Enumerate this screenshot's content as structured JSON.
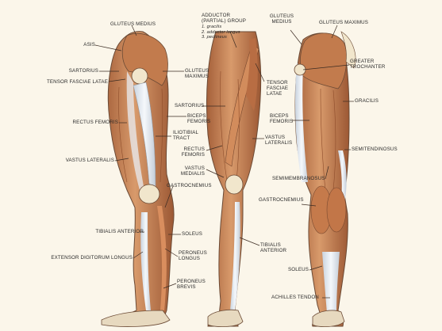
{
  "colors": {
    "background": "#fbf6ea",
    "muscle": "#c98557",
    "muscle_dark": "#9a5634",
    "tendon": "#e9eef4",
    "bone": "#f1e6cc",
    "outline": "#6b4a35",
    "leader": "#3b2b22"
  },
  "labels": {
    "asis": "ASIS",
    "gluteus_medius_left": "GLUTEUS MEDIUS",
    "sartorius_left": "SARTORIUS",
    "tensor_fasciae_latae_left": "TENSOR FASCIAE LATAE",
    "gluteus_maximus_left": [
      "GLUTEUS",
      "MAXIMUS"
    ],
    "rectus_femoris_left": "RECTUS FEMORIS",
    "vastus_lateralis_left": "VASTUS LATERALIS",
    "tibialis_anterior_left": "TIBIALIS ANTERIOR",
    "extensor_digitorum_longus": "EXTENSOR DIGITORUM LONGUS",
    "adductor_group": [
      "ADDUCTOR",
      "(PARTIAL) GROUP"
    ],
    "adductor_items": [
      "1. gracilis",
      "2. adductor longus",
      "3. pectineus"
    ],
    "sartorius_mid": "SARTORIUS",
    "biceps_femoris_mid": [
      "BICEPS",
      "FEMORIS"
    ],
    "iliotibial_tract": [
      "ILIOTIBIAL",
      "TRACT"
    ],
    "rectus_femoris_mid": [
      "RECTUS",
      "FEMORIS"
    ],
    "vastus_medialis": [
      "VASTUS",
      "MEDIALIS"
    ],
    "gastrocnemius_mid": "GASTROCNEMIUS",
    "soleus_mid": "SOLEUS",
    "peroneus_longus": [
      "PERONEUS",
      "LONGUS"
    ],
    "peroneus_brevis": [
      "PERONEUS",
      "BREVIS"
    ],
    "tensor_fasciae_latae_mid": [
      "TENSOR",
      "FASCIAE",
      "LATAE"
    ],
    "vastus_lateralis_mid": [
      "VASTUS",
      "LATERALIS"
    ],
    "tibialis_anterior_mid": [
      "TIBIALIS",
      "ANTERIOR"
    ],
    "gluteus_medius_right": [
      "GLUTEUS",
      "MEDIUS"
    ],
    "gluteus_maximus_right": "GLUTEUS MAXIMUS",
    "greater_trochanter": [
      "GREATER",
      "TROCHANTER"
    ],
    "gracilis": "GRACILIS",
    "biceps_femoris_right": [
      "BICEPS",
      "FEMORIS"
    ],
    "semitendinosus": "SEMITENDINOSUS",
    "semimembranosus": "SEMIMEMBRANOSUS",
    "gastrocnemius_right": "GASTROCNEMIUS",
    "soleus_right": "SOLEUS",
    "achilles_tendon": "ACHILLES TENDON"
  }
}
